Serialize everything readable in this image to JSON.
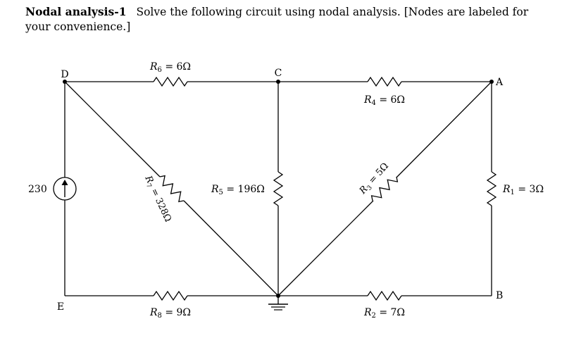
{
  "problem": {
    "heading": "Nodal analysis-1",
    "text": "Solve the following circuit using nodal analysis. [Nodes are labeled for your convenience.]"
  },
  "nodes": {
    "D": "D",
    "C": "C",
    "A": "A",
    "E": "E",
    "B": "B"
  },
  "source": {
    "value": "230",
    "type": "current-source",
    "direction": "up"
  },
  "resistors": {
    "R6": {
      "name": "R",
      "sub": "6",
      "value": " = 6Ω"
    },
    "R4": {
      "name": "R",
      "sub": "4",
      "value": " = 6Ω"
    },
    "R5": {
      "name": "R",
      "sub": "5",
      "value": " = 196Ω"
    },
    "R1": {
      "name": "R",
      "sub": "1",
      "value": " = 3Ω"
    },
    "R7": {
      "name": "R",
      "sub": "7",
      "value": " = 328Ω"
    },
    "R3": {
      "name": "R",
      "sub": "3",
      "value": " = 5Ω"
    },
    "R8": {
      "name": "R",
      "sub": "8",
      "value": " = 9Ω"
    },
    "R2": {
      "name": "R",
      "sub": "2",
      "value": " = 7Ω"
    }
  }
}
